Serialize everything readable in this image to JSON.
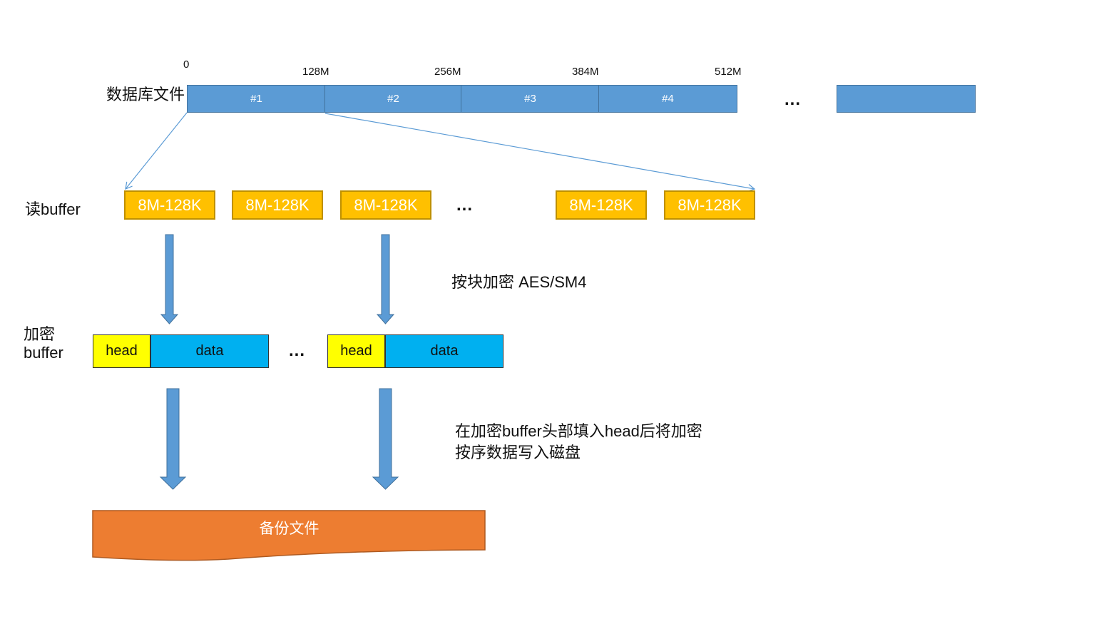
{
  "db_file": {
    "label": "数据库文件",
    "ticks": [
      "0",
      "128M",
      "256M",
      "384M",
      "512M"
    ],
    "segments": [
      "#1",
      "#2",
      "#3",
      "#4"
    ],
    "ellipsis": "...",
    "last_segment": ""
  },
  "read_buffer": {
    "label": "读buffer",
    "blocks": [
      "8M-128K",
      "8M-128K",
      "8M-128K",
      "8M-128K",
      "8M-128K"
    ],
    "ellipsis": "..."
  },
  "encrypt_note": "按块加密 AES/SM4",
  "encrypt_buffer": {
    "label_line1": "加密",
    "label_line2": "buffer",
    "groups": [
      {
        "head": "head",
        "data": "data"
      },
      {
        "head": "head",
        "data": "data"
      }
    ],
    "ellipsis": "..."
  },
  "write_note": {
    "line1": "在加密buffer头部填入head后将加密",
    "line2": "按序数据写入磁盘"
  },
  "backup_file": {
    "label": "备份文件"
  },
  "colors": {
    "segment_fill": "#5b9bd5",
    "segment_border": "#41719c",
    "read_buffer_fill": "#ffc000",
    "read_buffer_border": "#bf9000",
    "head_fill": "#ffff00",
    "data_fill": "#00b0f0",
    "backup_fill": "#ed7d31",
    "backup_border": "#ae5a21"
  }
}
